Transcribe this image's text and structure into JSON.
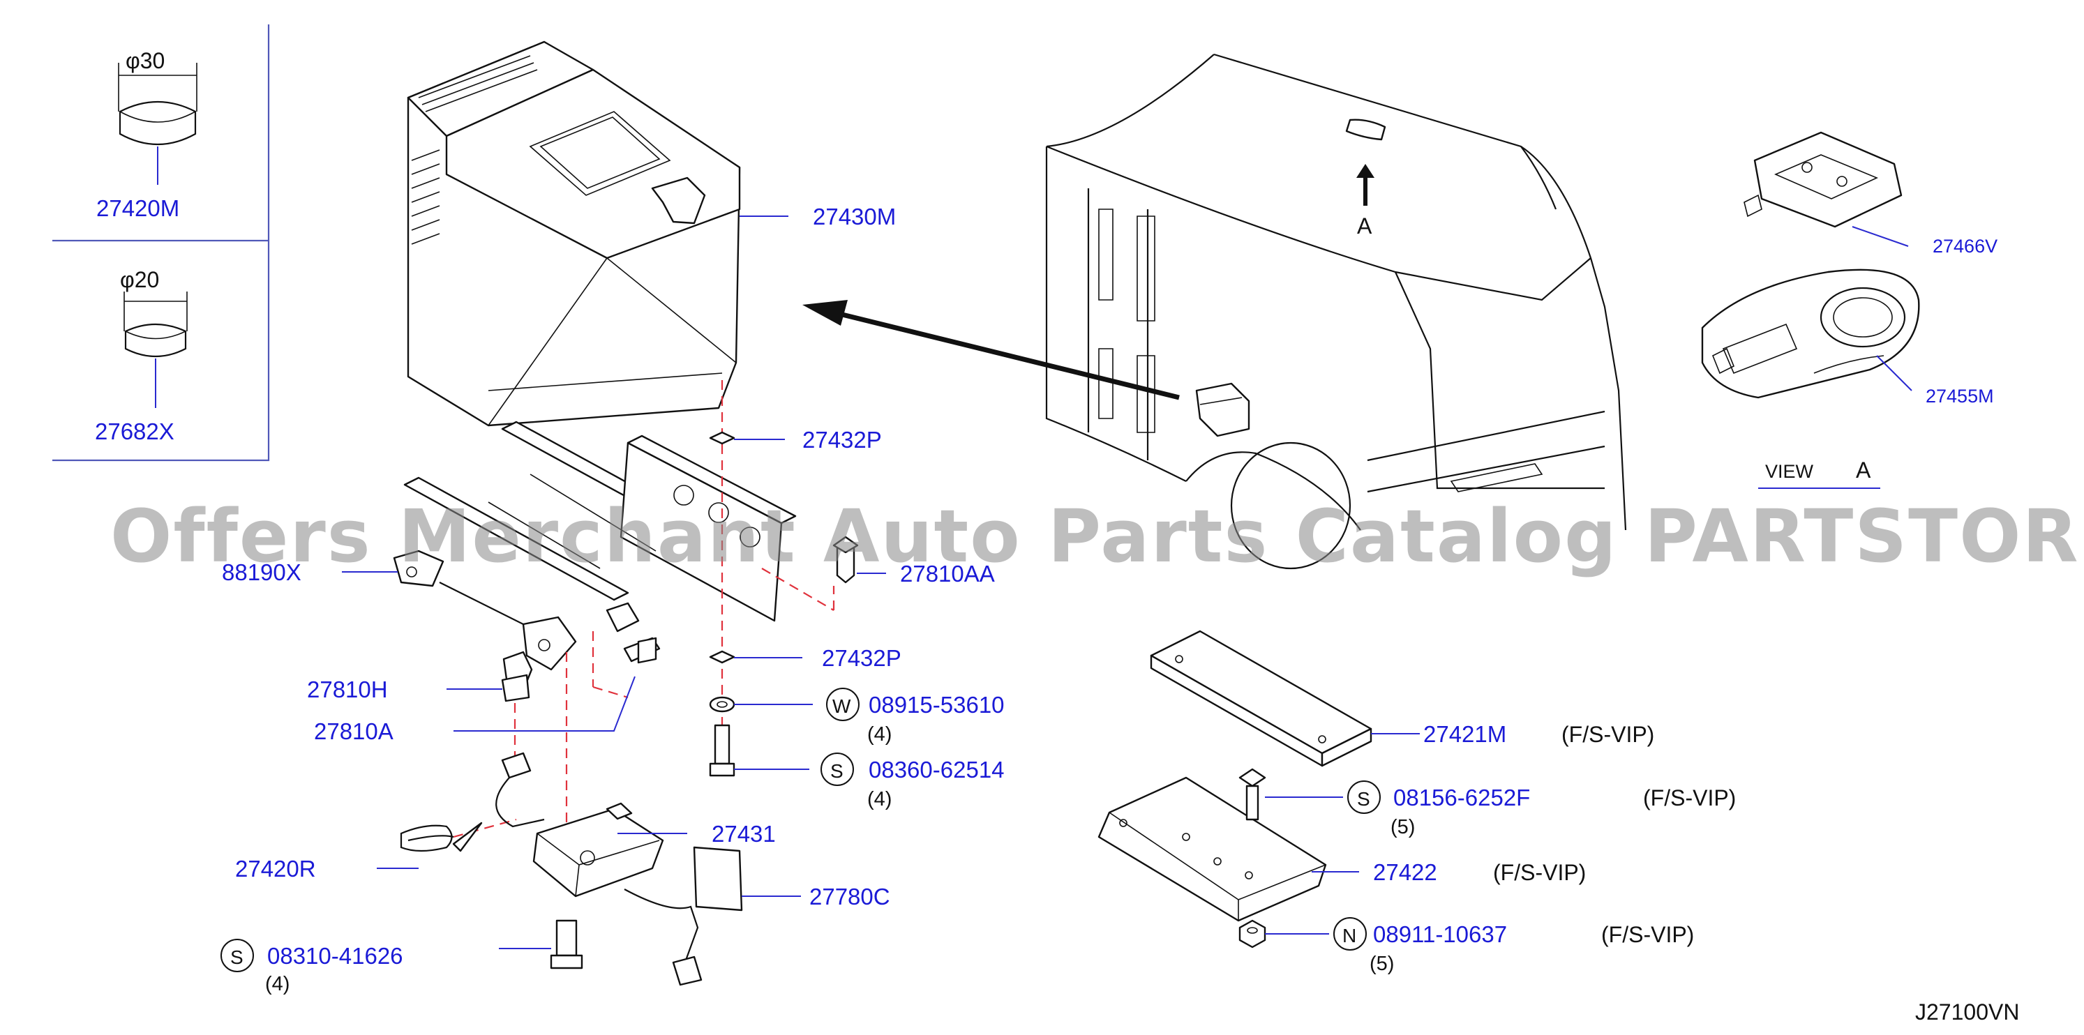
{
  "watermark": "Offers Merchant Auto Parts Catalog PARTSTORE.SA",
  "diagram_code": "J27100VN",
  "dimensions": {
    "phi30": "φ30",
    "phi20": "φ20"
  },
  "view": {
    "label": "VIEW",
    "letter": "A",
    "arrow_letter": "A"
  },
  "parts": [
    {
      "id": "p27420M",
      "number": "27420M"
    },
    {
      "id": "p27682X",
      "number": "27682X"
    },
    {
      "id": "p27430M",
      "number": "27430M"
    },
    {
      "id": "p27432P_1",
      "number": "27432P"
    },
    {
      "id": "p88190X",
      "number": "88190X"
    },
    {
      "id": "p27810AA",
      "number": "27810AA"
    },
    {
      "id": "p27432P_2",
      "number": "27432P"
    },
    {
      "id": "p27810H",
      "number": "27810H"
    },
    {
      "id": "p08915",
      "prefix": "W",
      "number": "08915-53610",
      "qty": "(4)"
    },
    {
      "id": "p27810A",
      "number": "27810A"
    },
    {
      "id": "p08360",
      "prefix": "S",
      "number": "08360-62514",
      "qty": "(4)"
    },
    {
      "id": "p27431",
      "number": "27431"
    },
    {
      "id": "p27420R",
      "number": "27420R"
    },
    {
      "id": "p27780C",
      "number": "27780C"
    },
    {
      "id": "p08310",
      "prefix": "S",
      "number": "08310-41626",
      "qty": "(4)"
    },
    {
      "id": "p27466V",
      "number": "27466V"
    },
    {
      "id": "p27455M",
      "number": "27455M"
    },
    {
      "id": "p27421M",
      "number": "27421M",
      "note": "(F/S-VIP)"
    },
    {
      "id": "p08156",
      "prefix": "S",
      "number": "08156-6252F",
      "qty": "(5)",
      "note": "(F/S-VIP)"
    },
    {
      "id": "p27422",
      "number": "27422",
      "note": "(F/S-VIP)"
    },
    {
      "id": "p08911",
      "prefix": "N",
      "number": "08911-10637",
      "qty": "(5)",
      "note": "(F/S-VIP)"
    }
  ],
  "colors": {
    "part_number": "#1a1ad6",
    "leader": "#2a2ad0",
    "dashed": "#e0323c",
    "watermark": "#8a8a8a"
  }
}
